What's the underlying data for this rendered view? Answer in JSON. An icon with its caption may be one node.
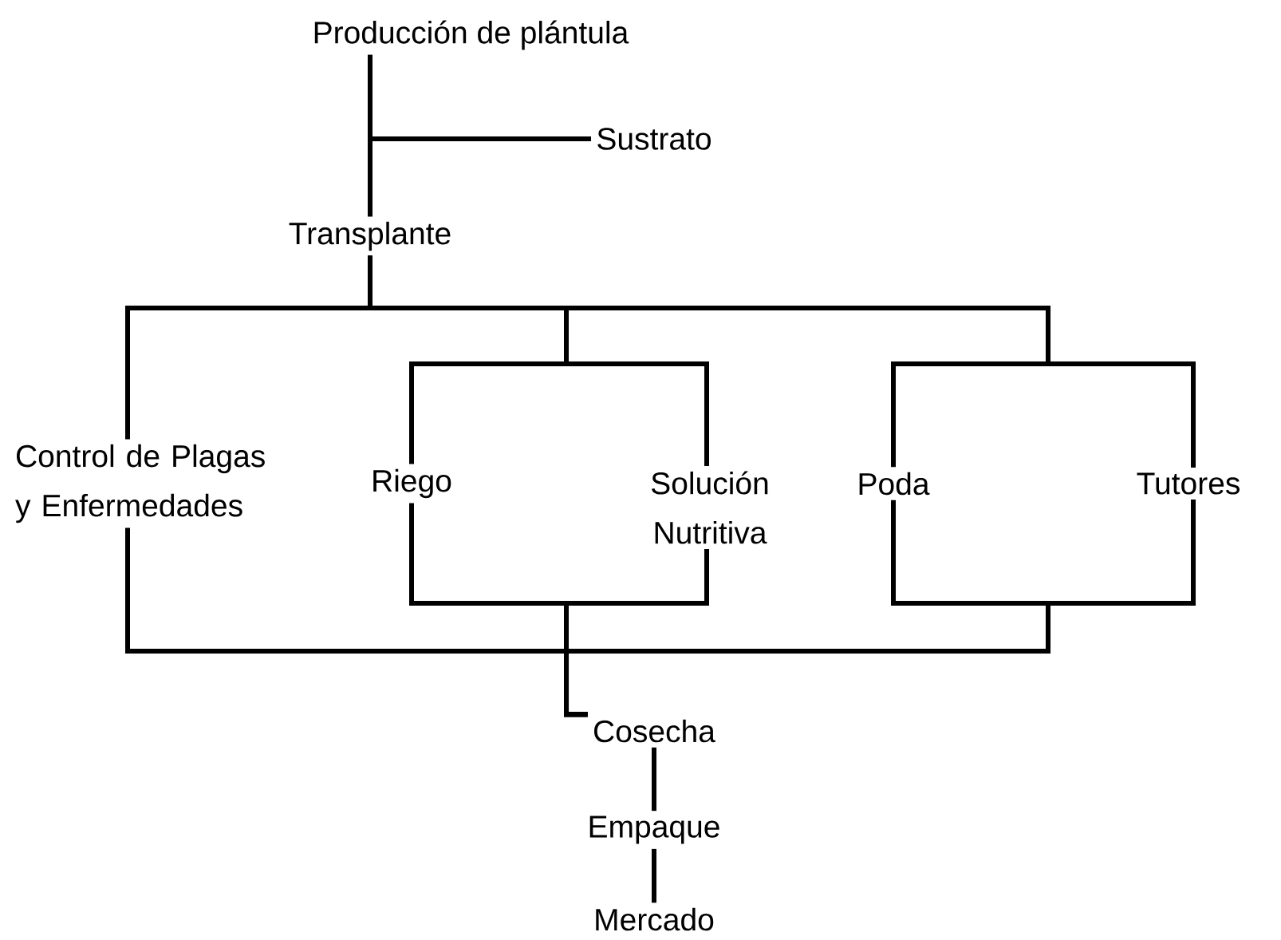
{
  "diagram": {
    "nodes": [
      {
        "text": [
          "Producción de plántula"
        ]
      },
      {
        "text": [
          "Sustrato"
        ]
      },
      {
        "text": [
          "Transplante"
        ]
      },
      {
        "text": [
          "Control de Plagas y Enfermedades"
        ]
      },
      {
        "text": [
          "Riego"
        ]
      },
      {
        "text": [
          "Solución Nutritiva"
        ]
      },
      {
        "text": [
          "Poda"
        ]
      },
      {
        "text": [
          "Tutores"
        ]
      },
      {
        "text": [
          "Cosecha"
        ]
      },
      {
        "text": [
          "Empaque"
        ]
      },
      {
        "text": [
          "Mercado"
        ]
      }
    ],
    "edges": [
      {
        "from": 0,
        "to": 1,
        "arrow": "none"
      },
      {
        "from": 0,
        "to": 2,
        "arrow": "none"
      },
      {
        "from": 2,
        "to": 3,
        "arrow": "none"
      },
      {
        "from": 2,
        "to": 4,
        "arrow": "none"
      },
      {
        "from": 2,
        "to": 5,
        "arrow": "none"
      },
      {
        "from": 2,
        "to": 6,
        "arrow": "none"
      },
      {
        "from": 2,
        "to": 7,
        "arrow": "none"
      },
      {
        "from": 3,
        "to": 8,
        "arrow": "none"
      },
      {
        "from": 4,
        "to": 8,
        "arrow": "none"
      },
      {
        "from": 5,
        "to": 8,
        "arrow": "none"
      },
      {
        "from": 6,
        "to": 8,
        "arrow": "none"
      },
      {
        "from": 7,
        "to": 8,
        "arrow": "none"
      },
      {
        "from": 8,
        "to": 9,
        "arrow": "none"
      },
      {
        "from": 9,
        "to": 10,
        "arrow": "none"
      }
    ]
  }
}
